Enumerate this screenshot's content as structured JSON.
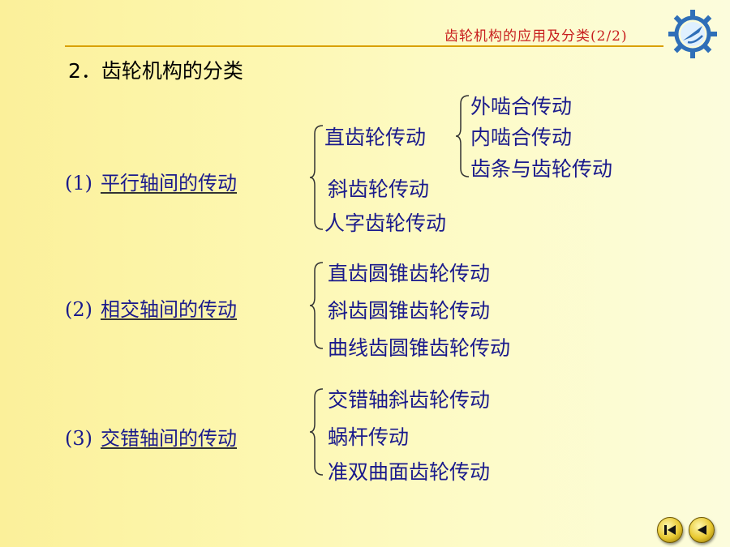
{
  "header": {
    "title": "齿轮机构的应用及分类(2/2)"
  },
  "section_title": "2．齿轮机构的分类",
  "groups": [
    {
      "number": "(1)",
      "label": "平行轴间的传动",
      "items": [
        "直齿轮传动",
        "斜齿轮传动",
        "人字齿轮传动"
      ],
      "subitems": [
        "外啮合传动",
        "内啮合传动",
        "齿条与齿轮传动"
      ]
    },
    {
      "number": "(2)",
      "label": "相交轴间的传动",
      "items": [
        "直齿圆锥齿轮传动",
        "斜齿圆锥齿轮传动",
        "曲线齿圆锥齿轮传动"
      ]
    },
    {
      "number": "(3)",
      "label": "交错轴间的传动",
      "items": [
        "交错轴斜齿轮传动",
        "蜗杆传动",
        "准双曲面齿轮传动"
      ]
    }
  ],
  "nav": {
    "first_icon": "skip-to-first-icon",
    "back_icon": "back-arrow-icon"
  },
  "colors": {
    "text": "#1a1a8c",
    "header": "#c81e1e",
    "rule": "#d9a000"
  }
}
